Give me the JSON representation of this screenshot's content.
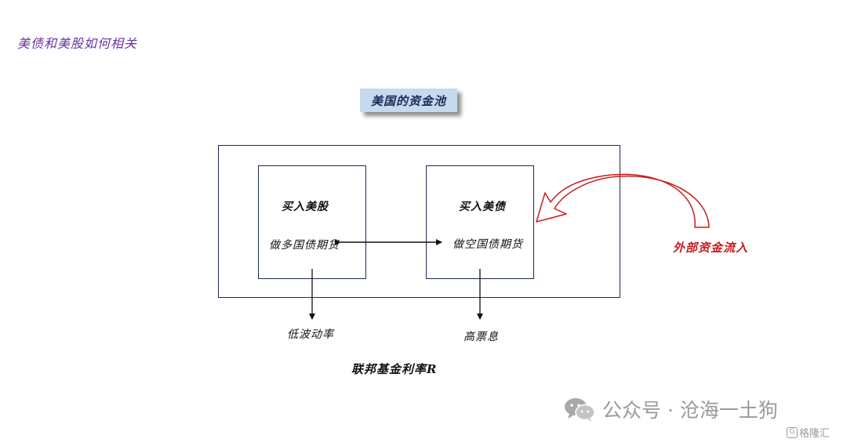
{
  "page": {
    "title": "美债和美股如何相关"
  },
  "diagram": {
    "pool_title": "美国的资金池",
    "left_box": {
      "line1": "买入美股",
      "line2": "做多国债期货",
      "outcome": "低波动率"
    },
    "right_box": {
      "line1": "买入美债",
      "line2": "做空国债期货",
      "outcome": "高票息"
    },
    "external_inflow": "外部资金流入",
    "fed_rate": "联邦基金利率R",
    "colors": {
      "title": "#6a2fa4",
      "frame": "#1c2a56",
      "pool_title_bg": "#c5d9ef",
      "inflow_arrow": "#c81b1b"
    }
  },
  "watermark": {
    "text": "公众号 · 沧海一土狗",
    "icon": "wechat-icon",
    "corner_logo": "格隆汇",
    "corner_logo_mark": "G"
  }
}
